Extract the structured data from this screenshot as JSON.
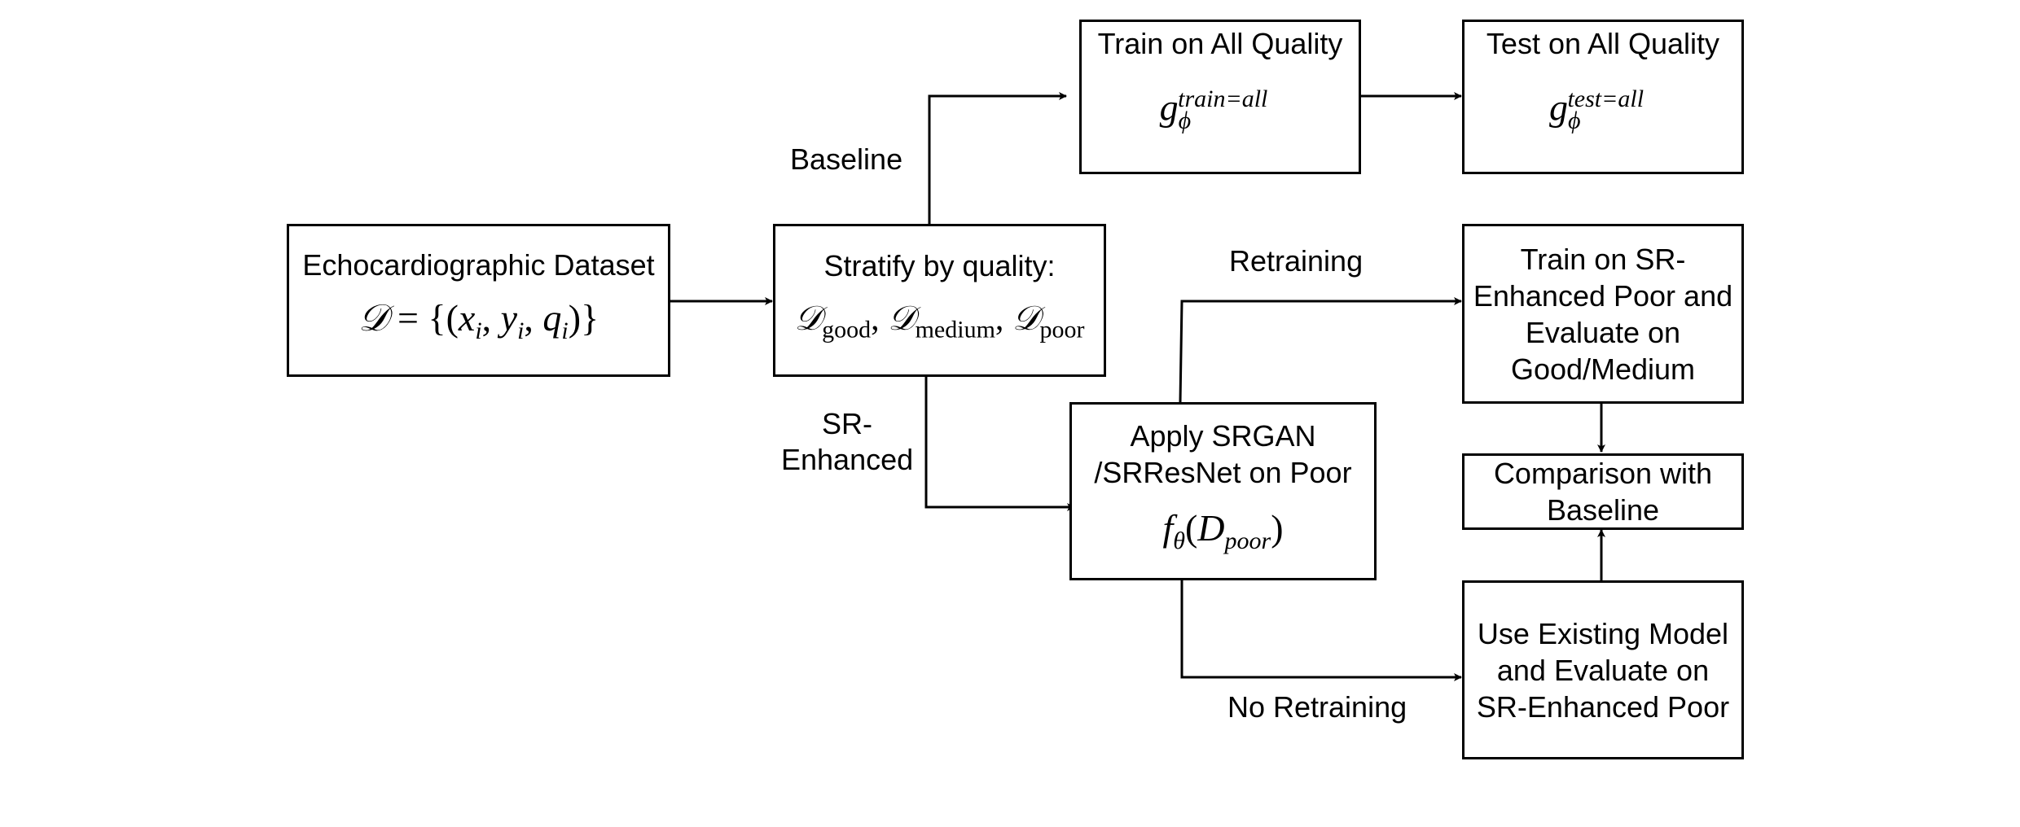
{
  "nodes": {
    "dataset": {
      "title": "Echocardiographic Dataset",
      "formula": "𝒟 = {(xᵢ, yᵢ, qᵢ)}"
    },
    "stratify": {
      "title": "Stratify by quality:",
      "formula": "𝒟good, 𝒟medium, 𝒟poor"
    },
    "train_all": {
      "title": "Train on All Quality",
      "formula": "gϕ^train=all"
    },
    "test_all": {
      "title": "Test on All Quality",
      "formula": "gϕ^test=all"
    },
    "apply_sr": {
      "title_line1": "Apply SRGAN",
      "title_line2": "/SRResNet on Poor",
      "formula": "fθ(Dpoor)"
    },
    "train_sr": {
      "line1": "Train on SR-",
      "line2": "Enhanced Poor and",
      "line3": "Evaluate on",
      "line4": "Good/Medium"
    },
    "comparison": {
      "line1": "Comparison with",
      "line2": "Baseline"
    },
    "existing": {
      "line1": "Use Existing Model",
      "line2": "and Evaluate on",
      "line3": "SR-Enhanced Poor"
    }
  },
  "edge_labels": {
    "baseline": "Baseline",
    "sr_enhanced_line1": "SR-",
    "sr_enhanced_line2": "Enhanced",
    "retraining": "Retraining",
    "no_retraining": "No Retraining"
  }
}
